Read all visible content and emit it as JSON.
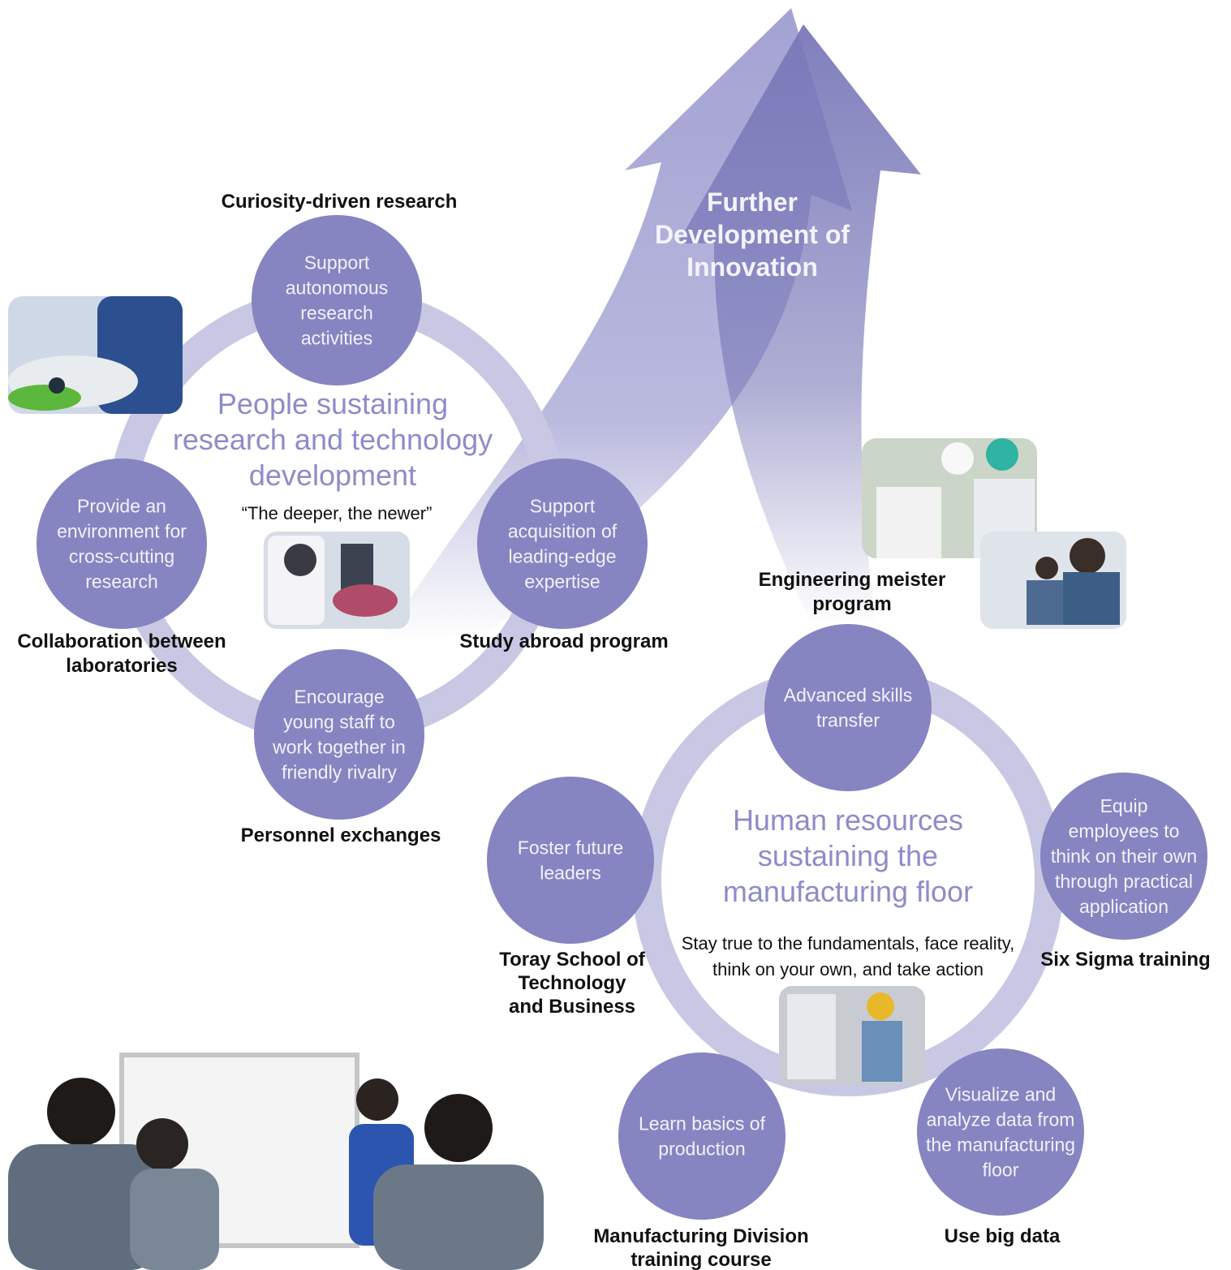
{
  "colors": {
    "circle_fill": "#8685c2",
    "ring": "#c9c8e4",
    "arrow_light": "#a3a2d3",
    "arrow_dark": "#7978b8",
    "hub_title": "#8d8cc9"
  },
  "arrow": {
    "lines": [
      "Further",
      "Development of",
      "Innovation"
    ]
  },
  "research_cycle": {
    "title_lines": [
      "People sustaining",
      "research and technology",
      "development"
    ],
    "motto": "“The deeper, the newer”",
    "nodes": [
      {
        "id": "top",
        "text_lines": [
          "Support",
          "autonomous",
          "research",
          "activities"
        ],
        "label_lines": [
          "Curiosity-driven research"
        ]
      },
      {
        "id": "left",
        "text_lines": [
          "Provide an",
          "environment for",
          "cross-cutting",
          "research"
        ],
        "label_lines": [
          "Collaboration between",
          "laboratories"
        ]
      },
      {
        "id": "right",
        "text_lines": [
          "Support",
          "acquisition of",
          "leading-edge",
          "expertise"
        ],
        "label_lines": [
          "Study abroad program"
        ]
      },
      {
        "id": "bottom",
        "text_lines": [
          "Encourage",
          "young staff to",
          "work together in",
          "friendly rivalry"
        ],
        "label_lines": [
          "Personnel exchanges"
        ]
      }
    ]
  },
  "manufacturing_cycle": {
    "title_lines": [
      "Human resources",
      "sustaining the",
      "manufacturing floor"
    ],
    "motto_lines": [
      "Stay true to the fundamentals, face reality,",
      "think on your own, and take action"
    ],
    "nodes": [
      {
        "id": "top",
        "text_lines": [
          "Advanced skills",
          "transfer"
        ],
        "label_lines": [
          "Engineering meister",
          "program"
        ]
      },
      {
        "id": "left",
        "text_lines": [
          "Foster future",
          "leaders"
        ],
        "label_lines": [
          "Toray School of",
          "Technology",
          "and Business"
        ]
      },
      {
        "id": "right",
        "text_lines": [
          "Equip",
          "employees to",
          "think on their own",
          "through practical",
          "application"
        ],
        "label_lines": [
          "Six Sigma training"
        ]
      },
      {
        "id": "bottom-left",
        "text_lines": [
          "Learn basics of",
          "production"
        ],
        "label_lines": [
          "Manufacturing Division",
          "training course"
        ]
      },
      {
        "id": "bottom-right",
        "text_lines": [
          "Visualize and",
          "analyze data from",
          "the manufacturing",
          "floor"
        ],
        "label_lines": [
          "Use big data"
        ]
      }
    ]
  },
  "photos": [
    {
      "id": "lab-gloves",
      "subject": "lab-work-photo"
    },
    {
      "id": "microscope",
      "subject": "microscope-photo"
    },
    {
      "id": "helmets",
      "subject": "hardhat-workers-photo"
    },
    {
      "id": "meeting",
      "subject": "meeting-photo"
    },
    {
      "id": "factory",
      "subject": "factory-worker-photo"
    },
    {
      "id": "classroom",
      "subject": "classroom-whiteboard-photo"
    }
  ]
}
